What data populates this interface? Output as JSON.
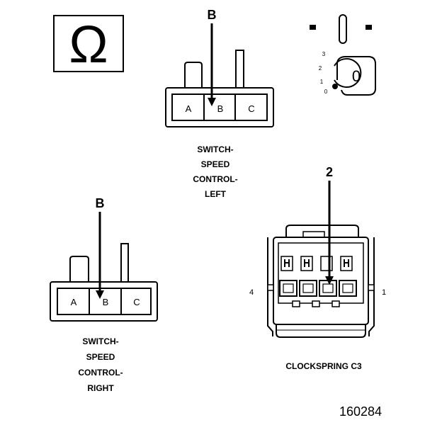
{
  "diagram_id": "160284",
  "ohm_symbol": "Ω",
  "left_switch": {
    "callout": "B",
    "pins": [
      "A",
      "B",
      "C"
    ],
    "caption": [
      "SWITCH-",
      "SPEED",
      "CONTROL-",
      "LEFT"
    ]
  },
  "right_switch": {
    "callout": "B",
    "pins": [
      "A",
      "B",
      "C"
    ],
    "caption": [
      "SWITCH-",
      "SPEED",
      "CONTROL-",
      "RIGHT"
    ]
  },
  "ignition": {
    "positions": [
      "3",
      "2",
      "1",
      "0"
    ],
    "key_label": "0"
  },
  "clockspring": {
    "callout": "2",
    "pin_first": "4",
    "pin_last": "1",
    "caption": "CLOCKSPRING C3"
  }
}
